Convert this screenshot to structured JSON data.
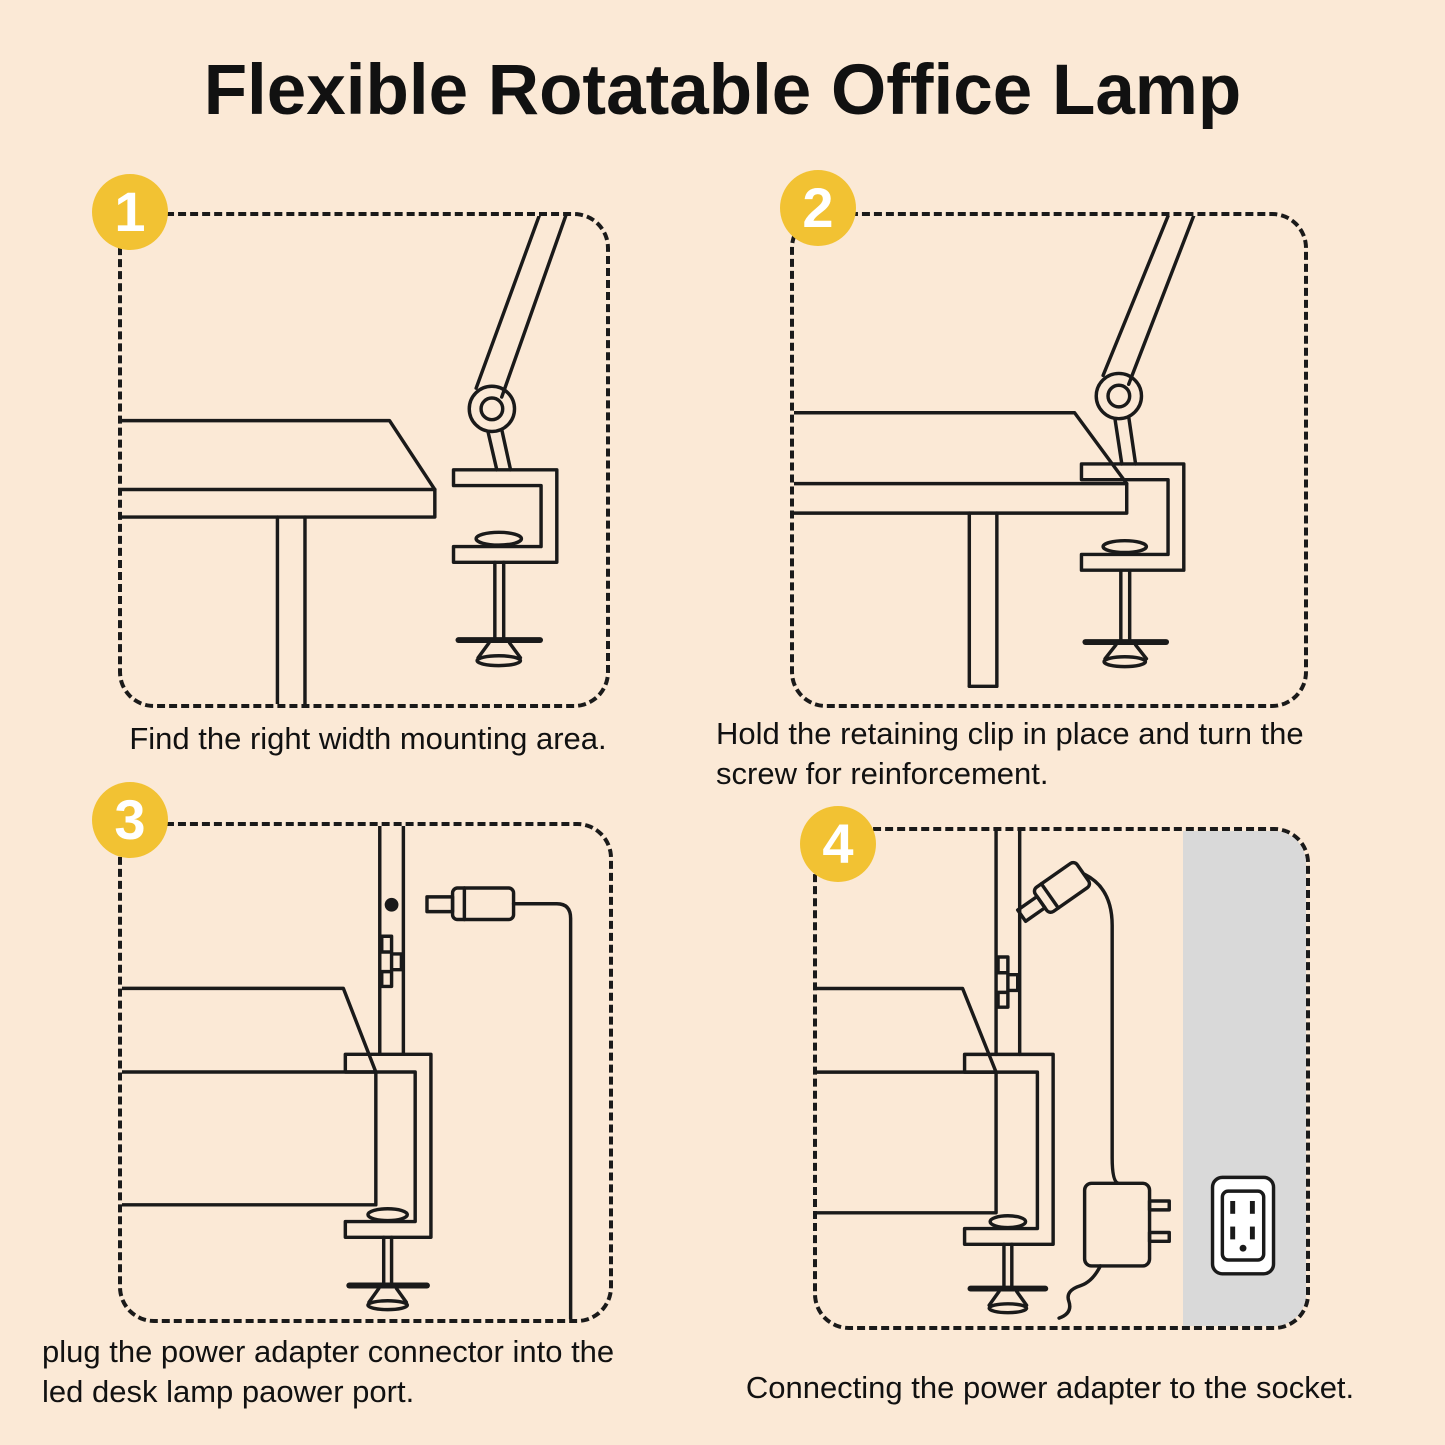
{
  "title": "Flexible Rotatable Office Lamp",
  "colors": {
    "background": "#fbe9d6",
    "badge": "#f2c233",
    "line": "#1a1a1a",
    "wall": "#d9d9d9"
  },
  "steps": [
    {
      "number": "1",
      "caption": "Find the right width mounting area.",
      "illustration": "desk-edge-with-detached-lamp-clamp"
    },
    {
      "number": "2",
      "caption": "Hold the retaining clip in place and turn the screw for reinforcement.",
      "illustration": "lamp-clamp-tightened-on-desk-edge"
    },
    {
      "number": "3",
      "caption": "plug the power adapter connector into the led desk lamp paower port.",
      "illustration": "dc-connector-near-lamp-power-port"
    },
    {
      "number": "4",
      "caption": "Connecting the power adapter to the socket.",
      "illustration": "power-adapter-and-wall-socket"
    }
  ]
}
